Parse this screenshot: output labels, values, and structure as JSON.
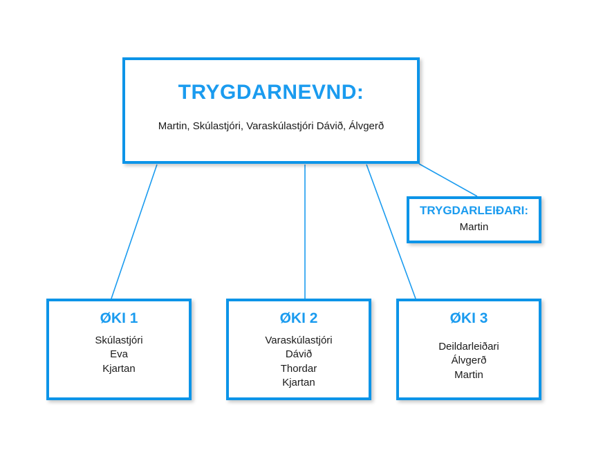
{
  "diagram": {
    "title_text": "TRYGDARNEVND organisational chart",
    "accent_color": "#0c94e8",
    "text_color": "#1a1a1a"
  },
  "nodes": {
    "board": {
      "title": "TRYGDARNEVND:",
      "members": [
        "Martin, Skúlastjóri, Varaskúlastjóri Dávið, Álvgerð"
      ]
    },
    "leader": {
      "title": "TRYGDARLEIÐARI:",
      "members": [
        "Martin"
      ]
    },
    "area1": {
      "title": "ØKI 1",
      "members": [
        "Skúlastjóri",
        "Eva",
        "Kjartan"
      ]
    },
    "area2": {
      "title": "ØKI 2",
      "members": [
        "Varaskúlastjóri",
        "Dávið",
        "Thordar",
        "Kjartan"
      ]
    },
    "area3": {
      "title": "ØKI 3",
      "members": [
        "Deildarleiðari",
        "Álvgerð",
        "Martin"
      ]
    }
  },
  "connectors": [
    {
      "name": "board-to-leader",
      "from": "board",
      "to": "leader"
    },
    {
      "name": "board-to-area1",
      "from": "board",
      "to": "area1"
    },
    {
      "name": "board-to-area2",
      "from": "board",
      "to": "area2"
    },
    {
      "name": "board-to-area3",
      "from": "board",
      "to": "area3"
    }
  ]
}
